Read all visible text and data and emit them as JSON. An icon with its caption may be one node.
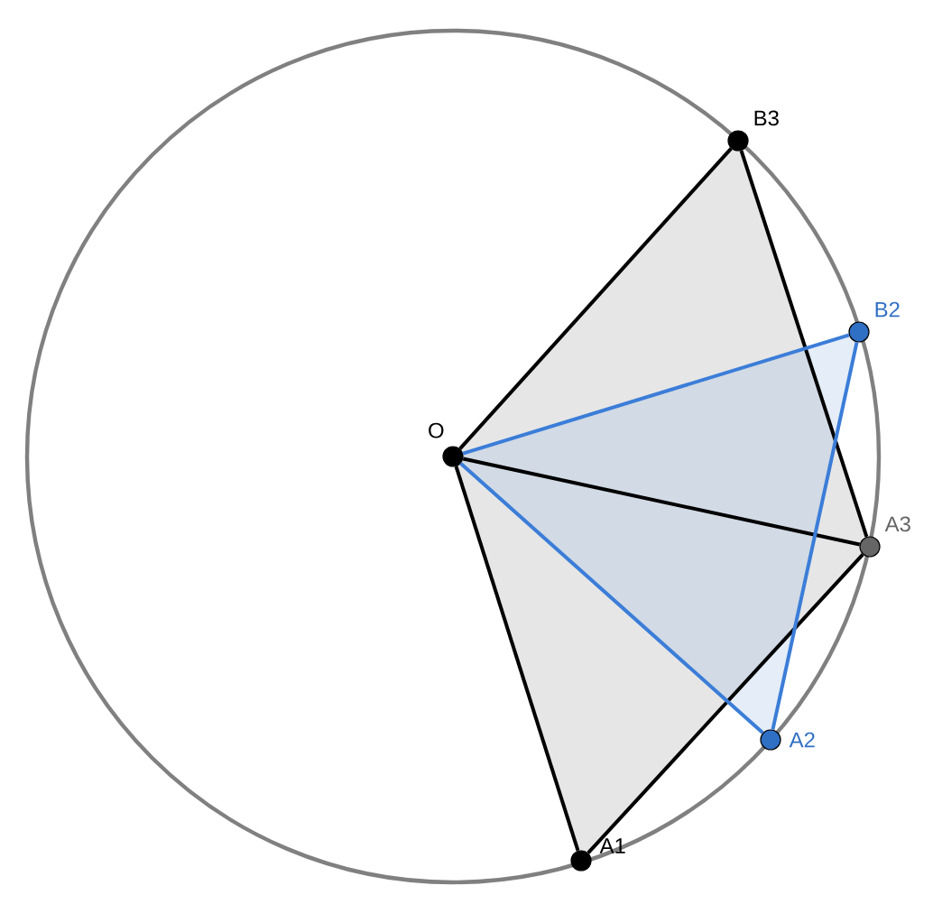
{
  "diagram": {
    "nodes": [
      {
        "text": [
          "O"
        ]
      },
      {
        "text": [
          "B3"
        ]
      },
      {
        "text": [
          "B2"
        ]
      },
      {
        "text": [
          "A3"
        ]
      },
      {
        "text": [
          "A2"
        ]
      },
      {
        "text": [
          "A1"
        ]
      }
    ],
    "edges": [
      {
        "from": 0,
        "to": 1,
        "arrow": "none"
      },
      {
        "from": 1,
        "to": 3,
        "arrow": "none"
      },
      {
        "from": 0,
        "to": 3,
        "arrow": "none"
      },
      {
        "from": 3,
        "to": 5,
        "arrow": "none"
      },
      {
        "from": 5,
        "to": 0,
        "arrow": "none"
      },
      {
        "from": 0,
        "to": 2,
        "arrow": "none",
        "color": "#3b7dd8"
      },
      {
        "from": 2,
        "to": 4,
        "arrow": "none",
        "color": "#3b7dd8"
      },
      {
        "from": 4,
        "to": 0,
        "arrow": "none",
        "color": "#3b7dd8"
      }
    ]
  }
}
